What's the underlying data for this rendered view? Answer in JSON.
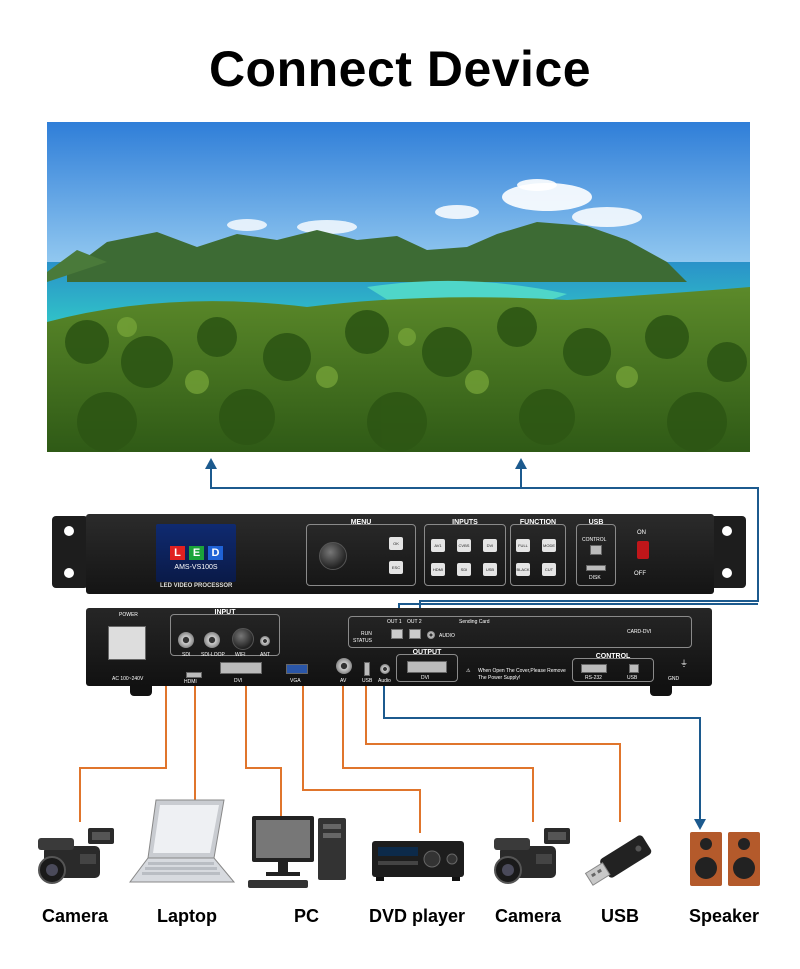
{
  "title": "Connect Device",
  "front_panel": {
    "menu_label": "MENU",
    "inputs_label": "INPUTS",
    "function_label": "FUNCTION",
    "usb_label": "USB",
    "control_label": "CONTROL",
    "disk_label": "DISK",
    "on_label": "ON",
    "off_label": "OFF",
    "led_letters": [
      "L",
      "E",
      "D"
    ],
    "model": "AMS-VS100S",
    "product": "LED VIDEO PROCESSOR",
    "menu_keys": [
      "OK",
      "ESC"
    ],
    "input_keys": [
      "AV1",
      "CVBS",
      "DVI",
      "HDMI",
      "SDI",
      "USB"
    ],
    "function_keys": [
      "FULL",
      "MODE",
      "BLACK",
      "CUT"
    ]
  },
  "back_panel": {
    "power_label": "POWER",
    "power_spec": "AC 100~240V",
    "input_label": "INPUT",
    "sdi": "SDI",
    "sdi_loop": "SDI-LOOP",
    "wifi": "WIFI",
    "ant": "ANT",
    "hdmi": "HDMI",
    "dvi": "DVI",
    "vga": "VGA",
    "av": "AV",
    "usb": "USB",
    "audio": "Audio",
    "output_label": "OUTPUT",
    "output_dvi": "DVI",
    "sending_card": "Sending Card",
    "out1": "OUT 1",
    "out2": "OUT 2",
    "run": "RUN",
    "status": "STATUS",
    "audio_out": "AUDIO",
    "card_dvi": "CARD-DVI",
    "warning": "When Open The Cover,Please Remove The Power Supply!",
    "control_label": "CONTROL",
    "rs232": "RS-232",
    "control_usb": "USB",
    "gnd": "GND"
  },
  "devices": [
    {
      "label": "Camera",
      "icon": "video-camera-icon"
    },
    {
      "label": "Laptop",
      "icon": "laptop-icon"
    },
    {
      "label": "PC",
      "icon": "desktop-pc-icon"
    },
    {
      "label": "DVD player",
      "icon": "dvd-player-icon"
    },
    {
      "label": "Camera",
      "icon": "video-camera-icon"
    },
    {
      "label": "USB",
      "icon": "usb-drive-icon"
    },
    {
      "label": "Speaker",
      "icon": "speaker-icon"
    }
  ],
  "colors": {
    "wire_orange": "#e0752c",
    "wire_blue": "#1c5a8e",
    "panel": "#1b1b1b"
  }
}
